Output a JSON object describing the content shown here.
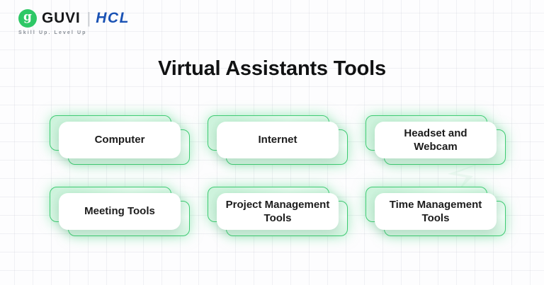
{
  "header": {
    "logo": {
      "icon_glyph": "g",
      "guvi_text": "GUVI",
      "divider": "|",
      "hcl_text": "HCL",
      "tagline": "Skill Up. Level Up"
    }
  },
  "title": "Virtual Assistants Tools",
  "cards": [
    {
      "label": "Computer"
    },
    {
      "label": "Internet"
    },
    {
      "label": "Headset and Webcam"
    },
    {
      "label": "Meeting Tools"
    },
    {
      "label": "Project Management Tools"
    },
    {
      "label": "Time Management Tools"
    }
  ],
  "colors": {
    "accent_green": "#3ECB72",
    "glow_green": "#7FE5AC",
    "guvi_badge_green": "#2EC866",
    "hcl_blue": "#1A52B4",
    "title_text": "#111213",
    "card_text": "#1C1C1C",
    "tagline_gray": "#888E96"
  }
}
